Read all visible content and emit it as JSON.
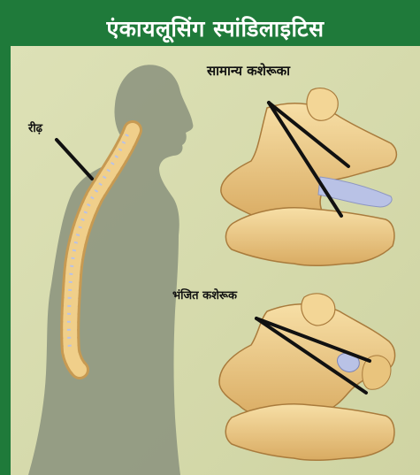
{
  "title": "एंकायलूसिंग स्पांडिलाइटिस",
  "labels": {
    "spine": "रीढ़",
    "normal_vertebra": "सामान्य कशेरूका",
    "fused_vertebra": "भंजित कशेरूक"
  },
  "colors": {
    "frame_green": "#1f7a3a",
    "background": "#d9ddb0",
    "silhouette": "#8e9680",
    "bone": "#f0cf8a",
    "bone_shadow": "#c79a52",
    "disc": "#b9c2e6",
    "pointer_line": "#111111"
  }
}
